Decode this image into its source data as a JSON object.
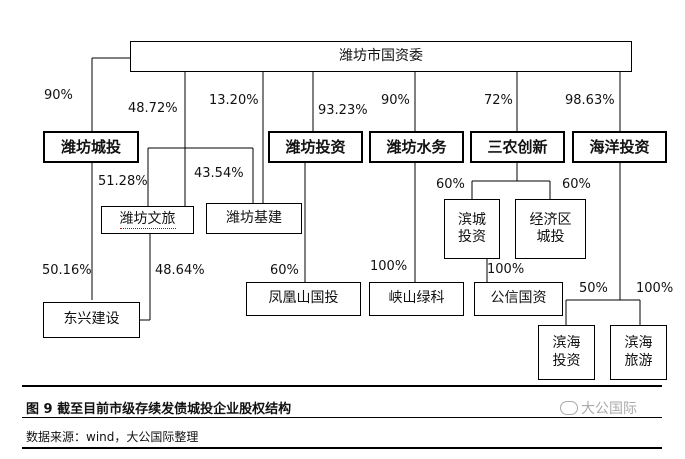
{
  "boxes": {
    "root": "潍坊市国资委",
    "weifang_chengtou": "潍坊城投",
    "weifang_touzi": "潍坊投资",
    "weifang_shuiwu": "潍坊水务",
    "sannong": "三农创新",
    "haiyang": "海洋投资",
    "weifang_wenlv": "潍坊文旅",
    "weifang_jijian": "潍坊基建",
    "bincheng": "滨城\n投资",
    "jingjiqu": "经济区\n城投",
    "dongxing": "东兴建设",
    "fenghuangshan": "凤凰山国投",
    "xiashan": "峡山绿科",
    "gongxin": "公信国资",
    "binhai_touzi": "滨海\n投资",
    "binhai_lvyou": "滨海\n旅游"
  },
  "labels": {
    "p_chengtou": "90%",
    "p_wenlv": "48.72%",
    "p_jijian": "13.20%",
    "p_touzi": "93.23%",
    "p_shuiwu": "90%",
    "p_sannong": "72%",
    "p_haiyang": "98.63%",
    "p_ct_wenlv": "51.28%",
    "p_ct_jijian": "43.54%",
    "p_bincheng": "60%",
    "p_jingjiqu": "60%",
    "p_dongxing_ct": "50.16%",
    "p_dongxing_wl": "48.64%",
    "p_fenghuangshan": "60%",
    "p_xiashan": "100%",
    "p_gongxin": "100%",
    "p_binhai_touzi": "50%",
    "p_binhai_lvyou": "100%"
  },
  "caption": {
    "title": "图 9    截至目前市级存续发债城投企业股权结构",
    "source": "数据来源：wind，大公国际整理",
    "watermark": "大公国际"
  }
}
